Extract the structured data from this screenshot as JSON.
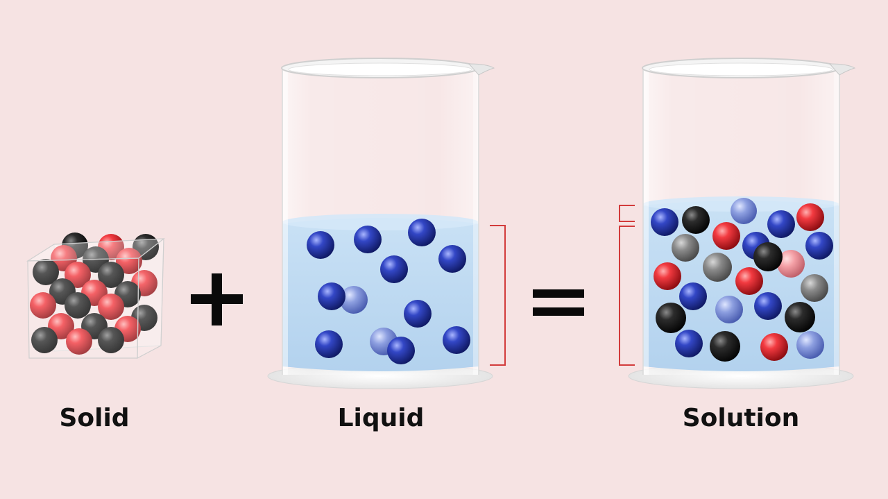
{
  "labels": {
    "solid": "Solid",
    "liquid": "Liquid",
    "solution": "Solution"
  },
  "operators": {
    "plus": "+",
    "equals": "="
  },
  "colors": {
    "background": "#f6e3e3",
    "particle_red": "#e0222b",
    "particle_black": "#1b1b1b",
    "particle_blue": "#2436a8",
    "particle_gray": "#7d7d7d",
    "liquid": "#bfdaf2",
    "bracket": "#d23b3b"
  }
}
